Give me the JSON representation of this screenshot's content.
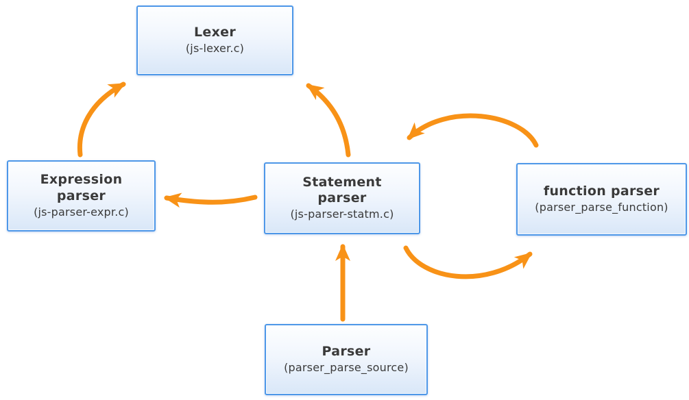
{
  "diagram": {
    "type": "flow-diagram",
    "background_color": "#ffffff",
    "arrow_color": "#f89217",
    "box_border_color": "#4d97e8",
    "box_fill_top": "#fdfeff",
    "box_fill_bottom": "#d9e7f8",
    "text_color": "#3a3a3a",
    "nodes": [
      {
        "id": "lexer",
        "title": "Lexer",
        "subtitle": "(js-lexer.c)"
      },
      {
        "id": "expression-parser",
        "title": "Expression parser",
        "subtitle": "(js-parser-expr.c)"
      },
      {
        "id": "statement-parser",
        "title": "Statement parser",
        "subtitle": "(js-parser-statm.c)"
      },
      {
        "id": "function-parser",
        "title": "function parser",
        "subtitle": "(parser_parse_function)"
      },
      {
        "id": "parser",
        "title": "Parser",
        "subtitle": "(parser_parse_source)"
      }
    ],
    "edges": [
      {
        "from": "expression-parser",
        "to": "lexer"
      },
      {
        "from": "statement-parser",
        "to": "lexer"
      },
      {
        "from": "statement-parser",
        "to": "expression-parser"
      },
      {
        "from": "function-parser",
        "to": "statement-parser"
      },
      {
        "from": "statement-parser",
        "to": "function-parser"
      },
      {
        "from": "parser",
        "to": "statement-parser"
      }
    ]
  }
}
